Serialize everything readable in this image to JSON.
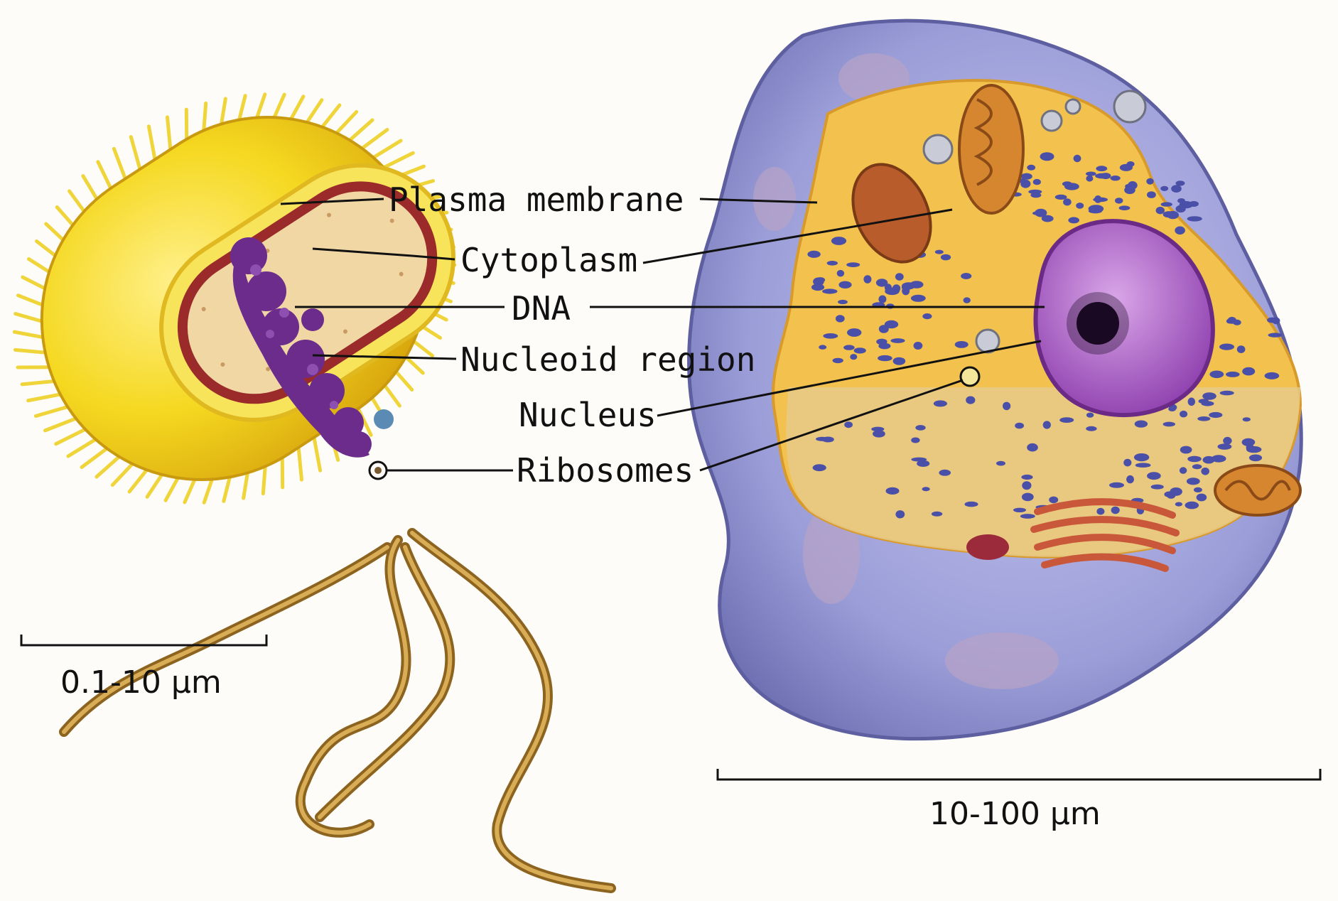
{
  "labels": {
    "plasma_membrane": "Plasma membrane",
    "cytoplasm": "Cytoplasm",
    "dna": "DNA",
    "nucleoid_region": "Nucleoid region",
    "nucleus": "Nucleus",
    "ribosomes": "Ribosomes"
  },
  "scale_bars": {
    "prokaryote": "0.1-10 µm",
    "eukaryote": "10-100 µm"
  },
  "colors": {
    "prokaryote_wall": "#f2d21a",
    "prokaryote_membrane": "#9b2b2b",
    "prokaryote_cytoplasm": "#f0d7a4",
    "dna": "#6b2c8c",
    "flagellum": "#b8892f",
    "eukaryote_membrane": "#8f91cf",
    "eukaryote_cytoplasm": "#f2c14e",
    "nucleus": "#b06ac7",
    "er": "#4a4fa8",
    "mitochondrion": "#b85c2c"
  }
}
